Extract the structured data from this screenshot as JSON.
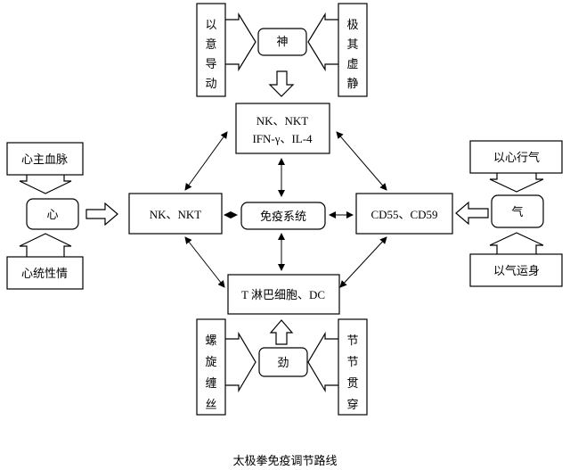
{
  "center": "免疫系统",
  "top_box": [
    "NK、NKT",
    "IFN-γ、IL-4"
  ],
  "left_box": "NK、NKT",
  "right_box": "CD55、CD59",
  "bottom_box": "T 淋巴细胞、DC",
  "shen": {
    "core": "神",
    "left": "以意导动",
    "right": "极其虚静"
  },
  "xin": {
    "core": "心",
    "top": "心主血脉",
    "bottom": "心统性情"
  },
  "qi": {
    "core": "气",
    "top": "以心行气",
    "bottom": "以气运身"
  },
  "jin": {
    "core": "劲",
    "left": "螺旋缠丝",
    "right": "节节贯穿"
  },
  "caption": "太极拳免疫调节路线"
}
